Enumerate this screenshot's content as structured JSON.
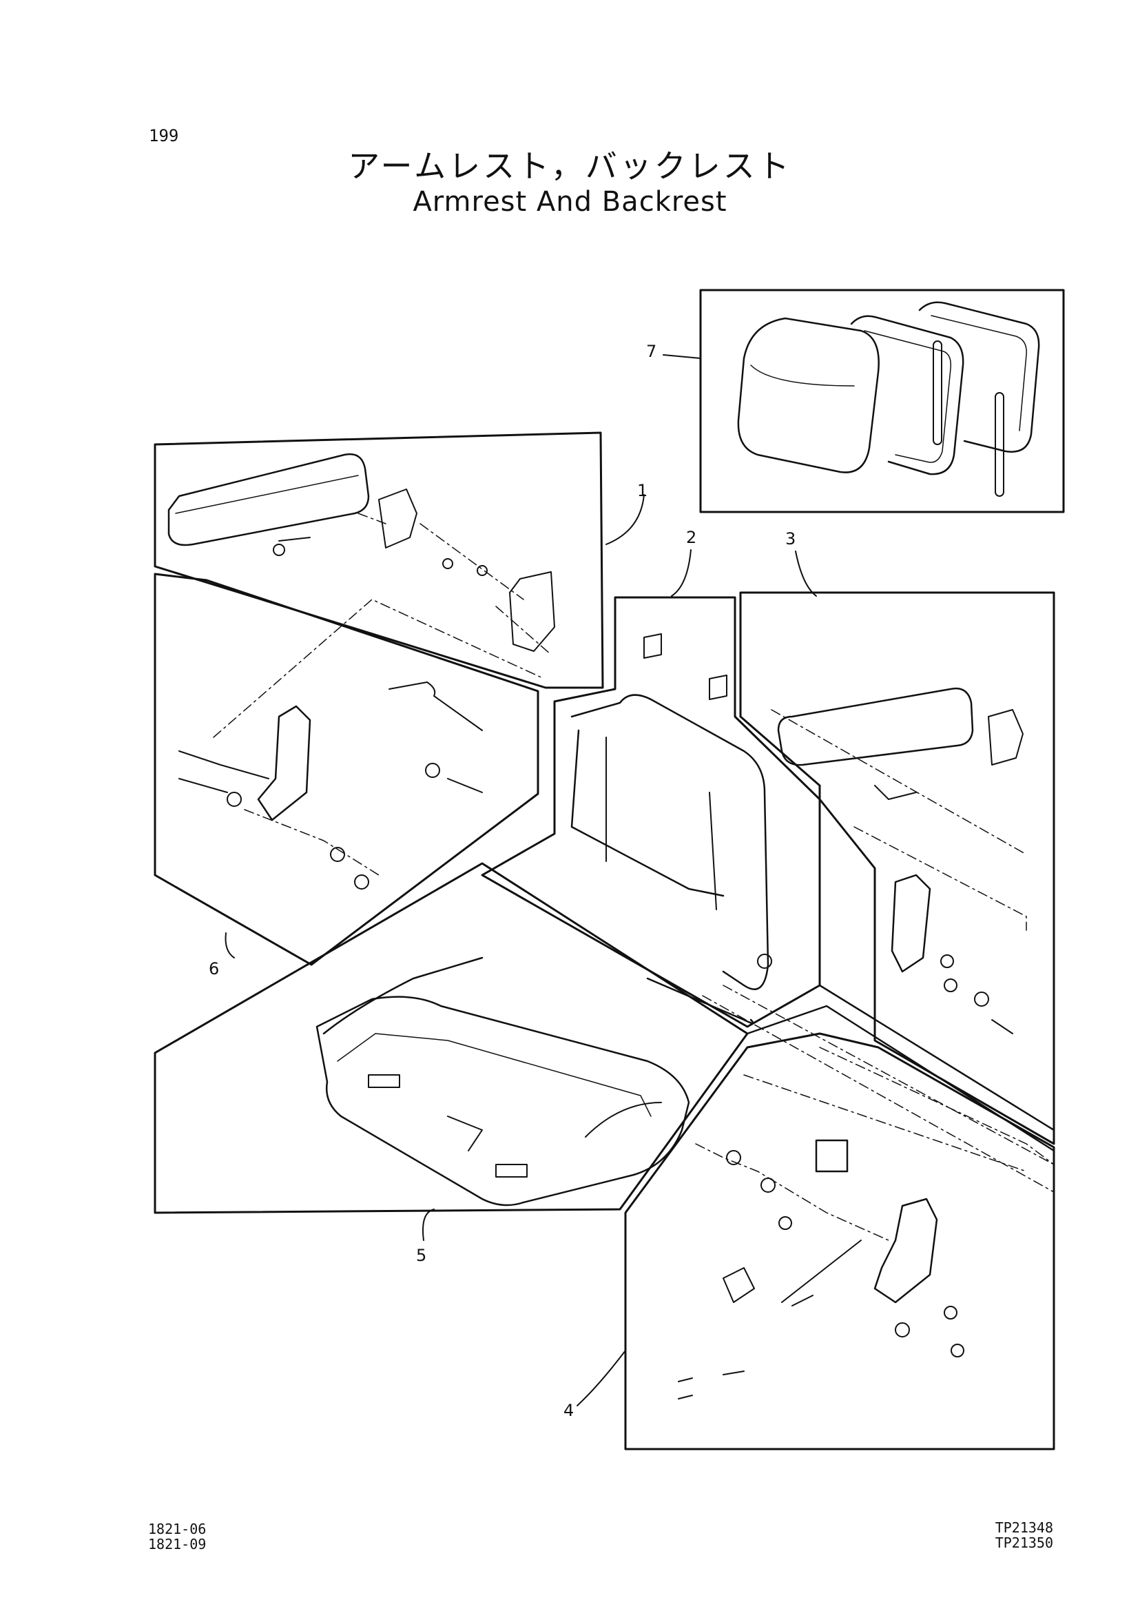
{
  "page_number": "199",
  "title_jp": "アームレスト，バックレスト",
  "title_en": "Armrest And Backrest",
  "callouts": [
    "1",
    "2",
    "3",
    "4",
    "5",
    "6",
    "7"
  ],
  "footer_left": [
    "1821-06",
    "1821-09"
  ],
  "footer_right": [
    "TP21348",
    "TP21350"
  ]
}
